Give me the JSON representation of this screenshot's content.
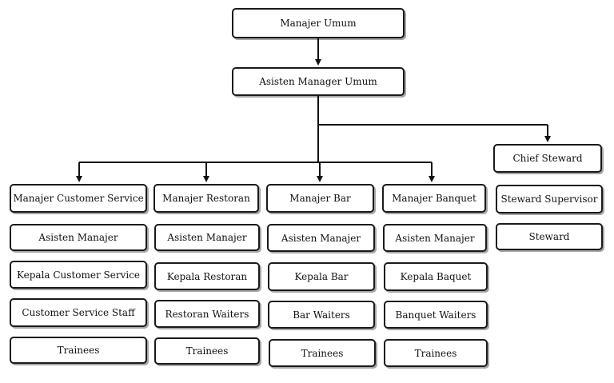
{
  "org_chart": {
    "top": "Manajer Umum",
    "assistant": "Asisten Manager Umum",
    "departments": [
      {
        "head": "Manajer Customer Service",
        "staff": [
          "Asisten Manajer",
          "Kepala Customer Service",
          "Customer Service Staff",
          "Trainees"
        ]
      },
      {
        "head": "Manajer Restoran",
        "staff": [
          "Asisten Manajer",
          "Kepala Restoran",
          "Restoran Waiters",
          "Trainees"
        ]
      },
      {
        "head": "Manajer Bar",
        "staff": [
          "Asisten Manajer",
          "Kepala Bar",
          "Bar Waiters",
          "Trainees"
        ]
      },
      {
        "head": "Manajer Banquet",
        "staff": [
          "Asisten Manajer",
          "Kepala Baquet",
          "Banquet Waiters",
          "Trainees"
        ]
      }
    ],
    "steward": {
      "head": "Chief Steward",
      "staff": [
        "Steward Supervisor",
        "Steward"
      ]
    }
  }
}
